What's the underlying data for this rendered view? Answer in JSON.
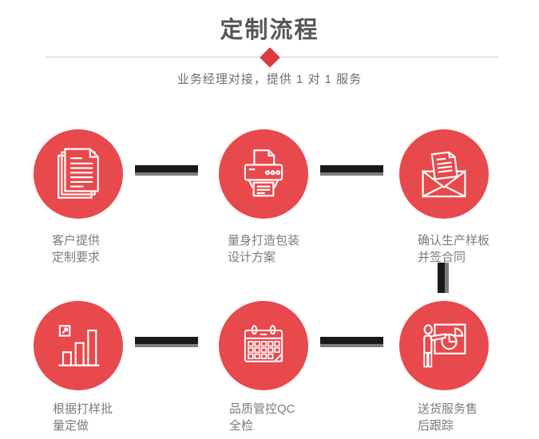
{
  "header": {
    "title": "定制流程",
    "subtitle": "业务经理对接，提供 1 对 1 服务"
  },
  "steps": [
    {
      "icon": "documents-icon",
      "line1": "客户提供",
      "line2": "定制要求"
    },
    {
      "icon": "printer-icon",
      "line1": "量身打造包装",
      "line2": "设计方案"
    },
    {
      "icon": "envelope-icon",
      "line1": "确认生产样板",
      "line2": "并签合同"
    },
    {
      "icon": "bar-chart-icon",
      "line1": "根据打样批",
      "line2": "量定做"
    },
    {
      "icon": "calendar-icon",
      "line1": "品质管控QC",
      "line2": "全检"
    },
    {
      "icon": "presentation-icon",
      "line1": "送货服务售",
      "line2": "后跟踪"
    }
  ],
  "colors": {
    "circle_red": "#e8494d",
    "diamond_red": "#dc3a41",
    "title_gray": "#565656",
    "label_gray": "#7b7b7b",
    "connector_dark": "#191919",
    "connector_gray": "#7d7d7d",
    "divider_gray": "#c9c9c9"
  }
}
